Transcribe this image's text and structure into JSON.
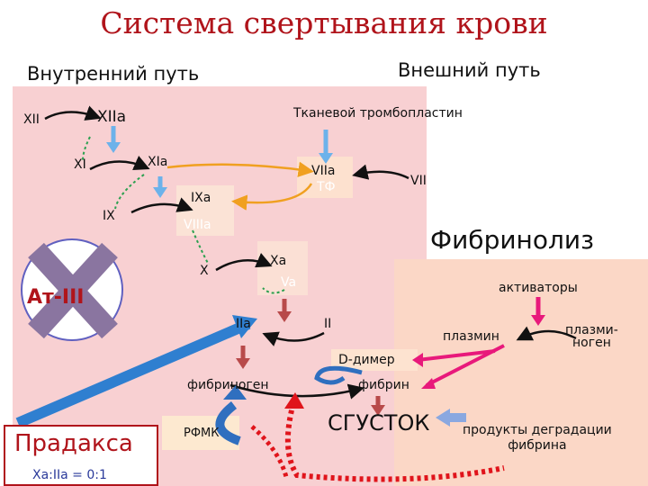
{
  "title": "Система свертывания крови",
  "intrinsic": "Внутренний путь",
  "extrinsic": "Внешний путь",
  "factors": {
    "xii": "XII",
    "xiia": "XIIa",
    "tissue": "Тканевой тромбопластин",
    "xi": "XI",
    "xia": "XIa",
    "viia": "VIIa",
    "tf": "ТФ",
    "vii": "VII",
    "ixa": "IXa",
    "ix": "IX",
    "viiia": "VIIIa",
    "x": "X",
    "xa": "Xa",
    "va": "Va",
    "iia": "IIa",
    "ii": "II",
    "ddimer": "D-димер",
    "fibrinogen": "фибриноген",
    "fibrin": "фибрин",
    "rfmk": "РФМК",
    "clot": "СГУСТОК"
  },
  "fibrinolysis": {
    "title": "Фибринолиз",
    "activators": "активаторы",
    "plasmin": "плазмин",
    "plasminogen": "плазми-\nноген",
    "products": "продукты деградации\nфибрина"
  },
  "at3": "Ат-III",
  "drug": {
    "name": "Прадакса",
    "ratio": "Xa:IIa = 0:1"
  },
  "colors": {
    "title": "#b0141b",
    "pinkPanel": "#f8cfcf",
    "peachPanel": "#fbd9c5",
    "blue": "#2f7fd0",
    "magenta": "#e8197b",
    "red": "#e0141b",
    "darkred": "#b84a4a",
    "green": "#2ca050",
    "x": "#8a75a0"
  }
}
